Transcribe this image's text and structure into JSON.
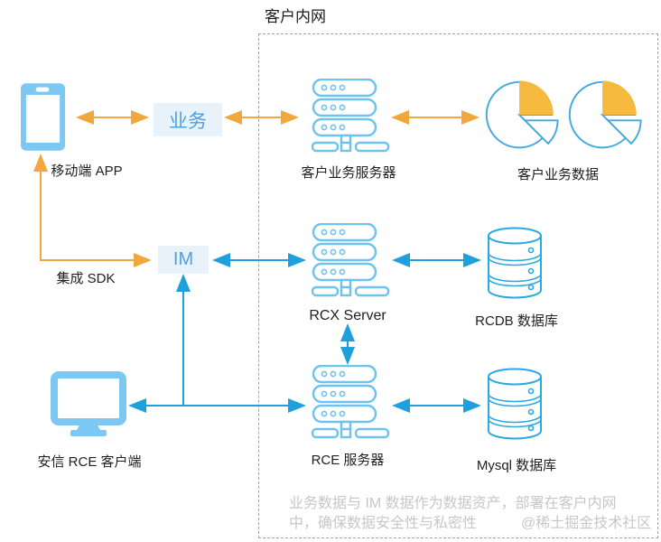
{
  "title": "客户内网",
  "colors": {
    "orange": "#F2A73D",
    "pie_orange": "#F6B93F",
    "icon_blue": "#7DC8F2",
    "outline_blue": "#6FC2EE",
    "db_blue": "#2BA9E2",
    "arrow_blue": "#1F9FDC",
    "tag_bg": "#E8F2FB",
    "tag_text": "#4FA0DC",
    "border_gray": "#A3A3A3",
    "text_dark": "#212121",
    "note_gray": "#C7C7C7"
  },
  "nodes": {
    "mobile_app": {
      "label": "移动端 APP"
    },
    "business_tag": {
      "label": "业务"
    },
    "im_tag": {
      "label": "IM"
    },
    "sdk": {
      "label": "集成 SDK"
    },
    "business_server": {
      "label": "客户业务服务器"
    },
    "business_data": {
      "label": "客户业务数据"
    },
    "rcx_server": {
      "label": "RCX Server"
    },
    "rcdb": {
      "label": "RCDB 数据库"
    },
    "rce_server": {
      "label": "RCE 服务器"
    },
    "mysql": {
      "label": "Mysql 数据库"
    },
    "rce_client": {
      "label": "安信 RCE 客户端"
    }
  },
  "note": {
    "lines": [
      "业务数据与 IM 数据作为数据资产，部署在客户内网",
      "中，确保数据安全性与私密性"
    ],
    "watermark": "@稀土掘金技术社区"
  }
}
